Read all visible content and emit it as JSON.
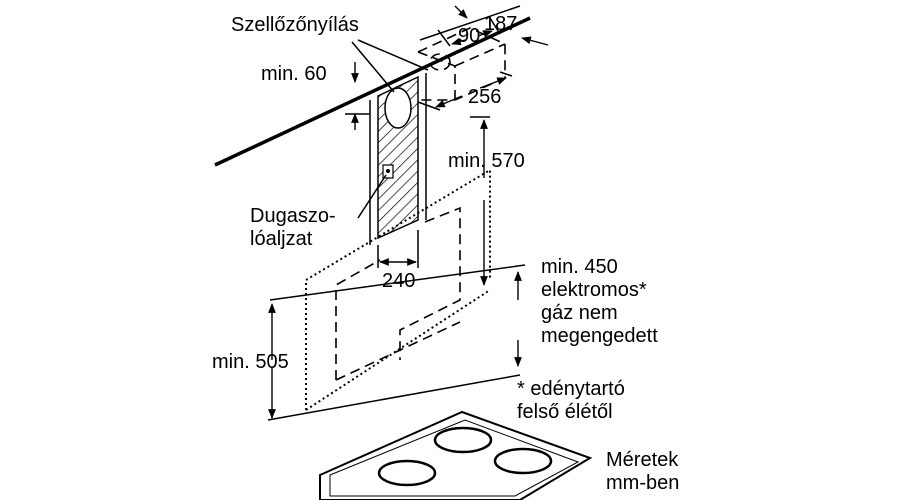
{
  "labels": {
    "vent_opening": "Szellőzőnyílás",
    "socket_line1": "Dugaszo-",
    "socket_line2": "lóaljzat",
    "min60": "min. 60",
    "min570": "min. 570",
    "min505": "min. 505",
    "dim_187": "187",
    "dim_90": "90",
    "dim_256": "256",
    "dim_240": "240",
    "hob_note_1": "min. 450",
    "hob_note_2": "elektromos*",
    "hob_note_3": "gáz nem",
    "hob_note_4": "megengedett",
    "footnote_1": "* edénytartó",
    "footnote_2": "felső élétől",
    "units_1": "Méretek",
    "units_2": "mm-ben"
  }
}
